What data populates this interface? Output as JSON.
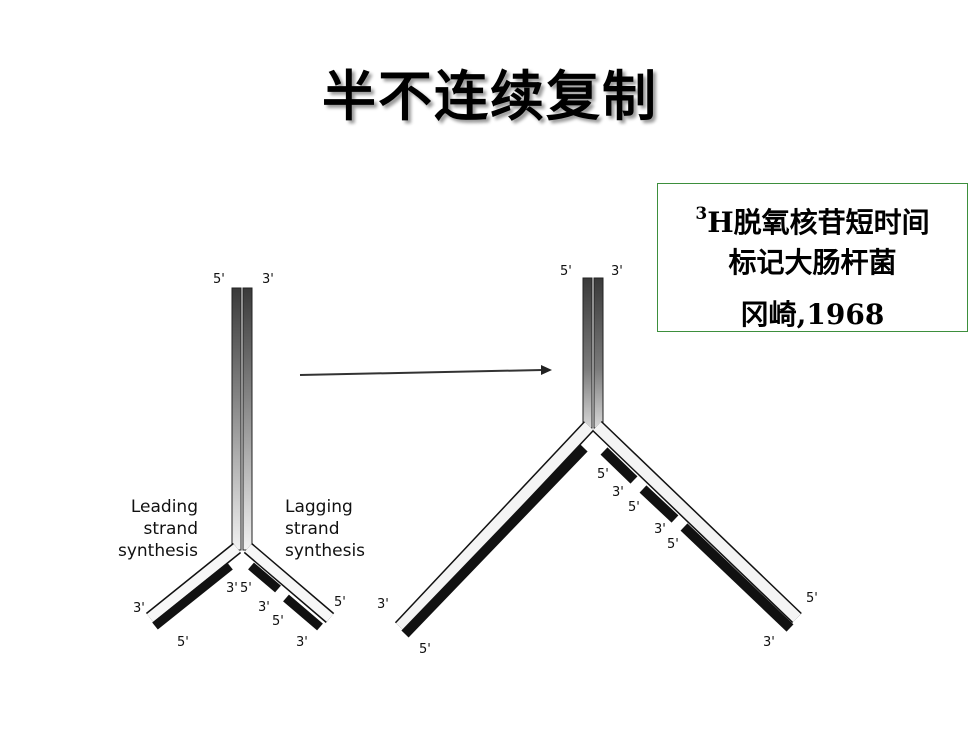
{
  "title": "半不连续复制",
  "infobox": {
    "line1_sup": "3",
    "line1_rest": "H脱氧核苷短时间",
    "line2": "标记大肠杆菌",
    "line3": "冈崎,1968"
  },
  "left_fork": {
    "top_5": "5'",
    "top_3": "3'",
    "leading_label": [
      "Leading",
      "strand",
      "synthesis"
    ],
    "lagging_label": [
      "Lagging",
      "strand",
      "synthesis"
    ],
    "left_end_3": "3'",
    "left_end_5": "5'",
    "center_3": "3'",
    "center_5": "5'",
    "frag_3": "3'",
    "frag_5": "5'",
    "right_end_5": "5'",
    "right_end_3": "3'"
  },
  "right_fork": {
    "top_5": "5'",
    "top_3": "3'",
    "frag_labels": [
      "5'",
      "3'",
      "5'",
      "3'",
      "5'"
    ],
    "left_end_3": "3'",
    "left_end_5": "5'",
    "right_end_5": "5'",
    "right_end_3": "3'"
  }
}
